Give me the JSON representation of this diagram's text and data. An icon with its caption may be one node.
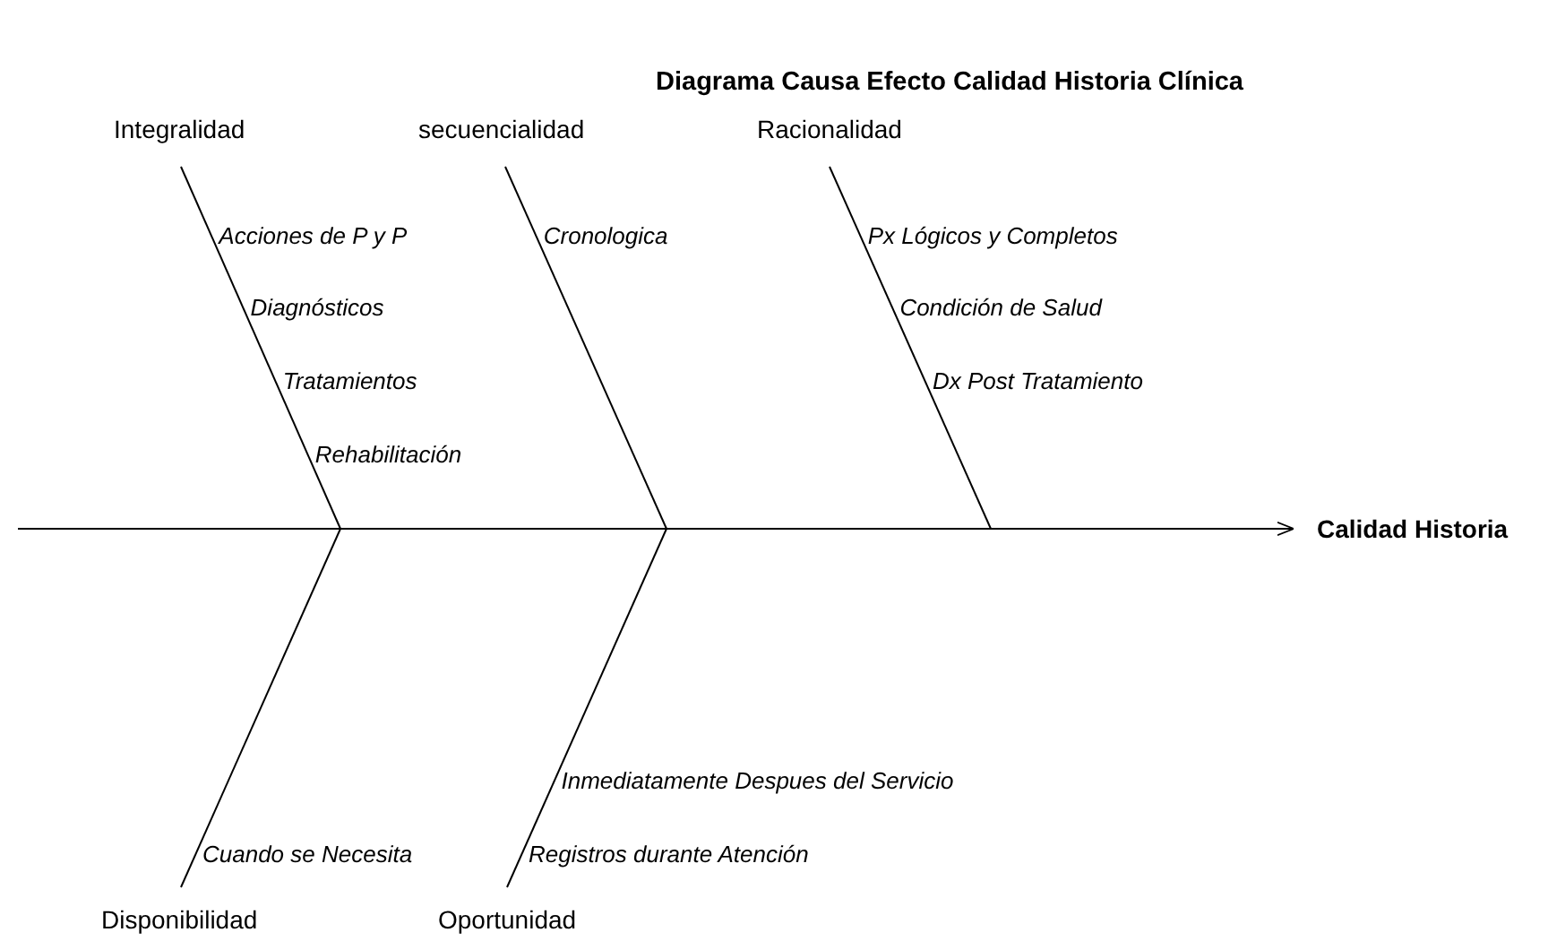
{
  "diagram": {
    "title": "Diagrama Causa Efecto Calidad Historia Clínica",
    "nodes": [
      {
        "text": [
          "Integralidad"
        ],
        "beside": [
          "Acciones de P y P",
          "Diagnósticos",
          "Tratamientos",
          "Rehabilitación"
        ]
      },
      {
        "text": [
          "secuencialidad"
        ],
        "beside": [
          "Cronologica"
        ]
      },
      {
        "text": [
          "Racionalidad"
        ],
        "beside": [
          "Px Lógicos y Completos",
          "Condición de Salud",
          "Dx Post Tratamiento"
        ]
      },
      {
        "text": [
          "Disponibilidad"
        ],
        "beside": [
          "Cuando se Necesita"
        ]
      },
      {
        "text": [
          "Oportunidad"
        ],
        "beside": [
          "Inmediatamente Despues del Servicio",
          "Registros durante Atención"
        ]
      },
      {
        "text": [
          "Calidad Historia"
        ]
      }
    ],
    "edges": [
      {
        "from": 0,
        "to": null,
        "arrow": "none"
      },
      {
        "from": 1,
        "to": null,
        "arrow": "none"
      },
      {
        "from": 2,
        "to": null,
        "arrow": "none"
      },
      {
        "from": 3,
        "to": null,
        "arrow": "none"
      },
      {
        "from": 4,
        "to": null,
        "arrow": "none"
      },
      {
        "from": null,
        "to": 5,
        "arrow": "to"
      }
    ]
  }
}
